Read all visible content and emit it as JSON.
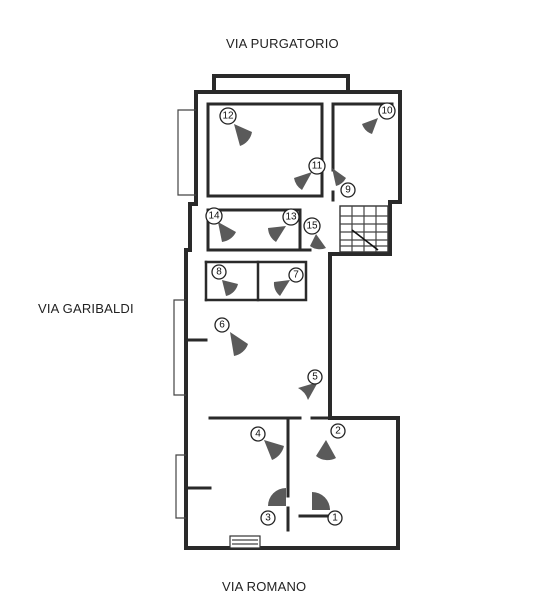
{
  "streets": {
    "top": "VIA PURGATORIO",
    "left": "VIA GARIBALDI",
    "bottom": "VIA ROMANO"
  },
  "cameras": [
    {
      "id": "1",
      "label": "1"
    },
    {
      "id": "2",
      "label": "2"
    },
    {
      "id": "3",
      "label": "3"
    },
    {
      "id": "4",
      "label": "4"
    },
    {
      "id": "5",
      "label": "5"
    },
    {
      "id": "6",
      "label": "6"
    },
    {
      "id": "7",
      "label": "7"
    },
    {
      "id": "8",
      "label": "8"
    },
    {
      "id": "9",
      "label": "9"
    },
    {
      "id": "10",
      "label": "10"
    },
    {
      "id": "11",
      "label": "11"
    },
    {
      "id": "12",
      "label": "12"
    },
    {
      "id": "13",
      "label": "13"
    },
    {
      "id": "14",
      "label": "14"
    },
    {
      "id": "15",
      "label": "15"
    }
  ]
}
